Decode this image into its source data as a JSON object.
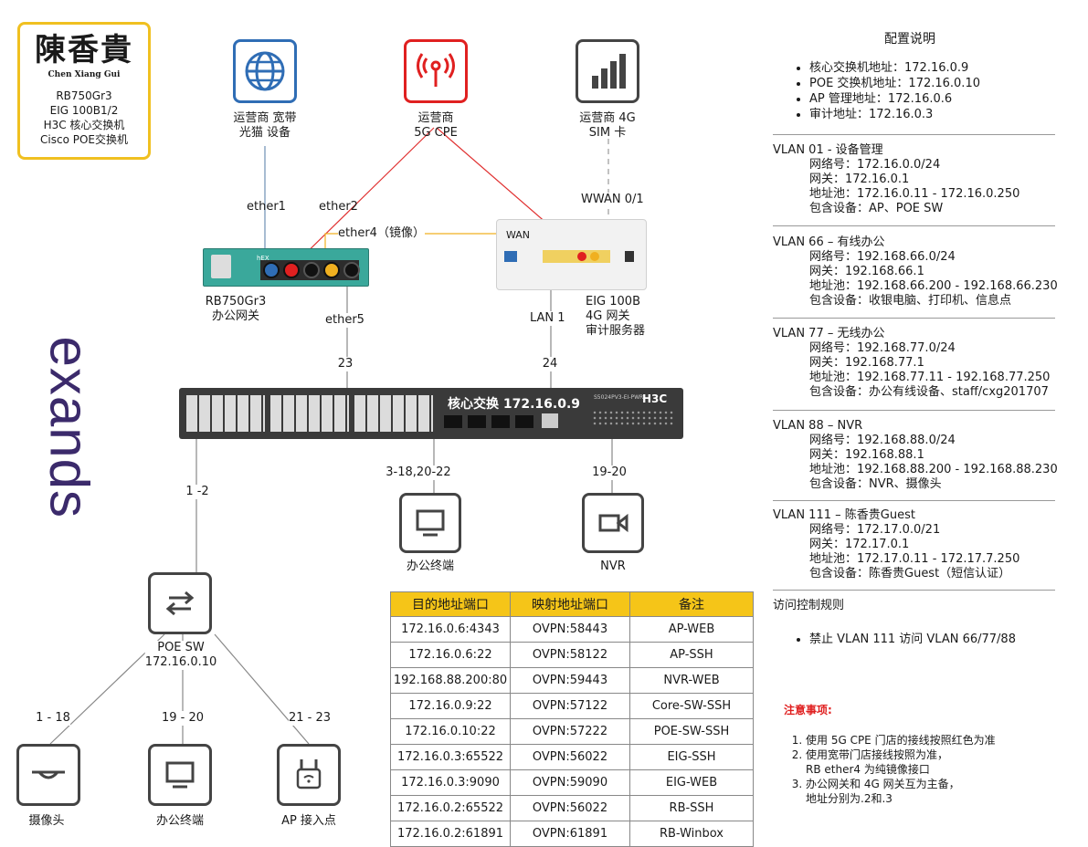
{
  "brand": {
    "logo_text": "陳香貴",
    "logo_en": "Chen Xiang Gui",
    "lines": [
      "RB750Gr3",
      "EIG 100B1/2",
      "H3C 核心交换机",
      "Cisco POE交换机"
    ]
  },
  "side_logo": "exands",
  "top_devices": {
    "isp_broadband": "运营商 宽带\n光猫 设备",
    "isp_5g": "运营商\n5G CPE",
    "isp_4g": "运营商 4G\nSIM 卡"
  },
  "links": {
    "ether1": "ether1",
    "ether2": "ether2",
    "ether4": "ether4（镜像）",
    "wwan": "WWAN 0/1",
    "wan": "WAN",
    "ether5": "ether5",
    "lan1": "LAN 1",
    "port23": "23",
    "port24": "24",
    "core_down_left": "1 -2",
    "core_office": "3-18,20-22",
    "core_nvr": "19-20",
    "poe_cam": "1 - 18",
    "poe_office": "19 - 20",
    "poe_ap": "21 - 23"
  },
  "devices": {
    "rb_label": "RB750Gr3\n办公网关",
    "rb_brand": "hEX",
    "eig_label": "EIG 100B\n4G 网关\n审计服务器",
    "core_label": "核心交换 172.16.0.9",
    "core_model": "S5024PV3-EI-PWR",
    "core_brand": "H3C",
    "office_terminal": "办公终端",
    "nvr": "NVR",
    "poe_sw": "POE SW\n172.16.0.10",
    "camera": "摄像头",
    "office_terminal2": "办公终端",
    "ap": "AP 接入点"
  },
  "port_map": {
    "headers": [
      "目的地址端口",
      "映射地址端口",
      "备注"
    ],
    "rows": [
      [
        "172.16.0.6:4343",
        "OVPN:58443",
        "AP-WEB"
      ],
      [
        "172.16.0.6:22",
        "OVPN:58122",
        "AP-SSH"
      ],
      [
        "192.168.88.200:80",
        "OVPN:59443",
        "NVR-WEB"
      ],
      [
        "172.16.0.9:22",
        "OVPN:57122",
        "Core-SW-SSH"
      ],
      [
        "172.16.0.10:22",
        "OVPN:57222",
        "POE-SW-SSH"
      ],
      [
        "172.16.0.3:65522",
        "OVPN:56022",
        "EIG-SSH"
      ],
      [
        "172.16.0.3:9090",
        "OVPN:59090",
        "EIG-WEB"
      ],
      [
        "172.16.0.2:65522",
        "OVPN:56022",
        "RB-SSH"
      ],
      [
        "172.16.0.2:61891",
        "OVPN:61891",
        "RB-Winbox"
      ]
    ]
  },
  "notes": {
    "title": "配置说明",
    "config": [
      "核心交换机地址：172.16.0.9",
      "POE 交换机地址：172.16.0.10",
      "AP 管理地址：172.16.0.6",
      "审计地址：172.16.0.3"
    ],
    "vlans": [
      {
        "title": "VLAN 01 - 设备管理",
        "lines": [
          "网络号：172.16.0.0/24",
          "网关：172.16.0.1",
          "地址池：172.16.0.11 - 172.16.0.250",
          "包含设备：AP、POE SW"
        ]
      },
      {
        "title": "VLAN 66 – 有线办公",
        "lines": [
          "网络号：192.168.66.0/24",
          "网关：192.168.66.1",
          "地址池：192.168.66.200 - 192.168.66.230",
          "包含设备：收银电脑、打印机、信息点"
        ]
      },
      {
        "title": "VLAN 77 – 无线办公",
        "lines": [
          "网络号：192.168.77.0/24",
          "网关：192.168.77.1",
          "地址池：192.168.77.11 - 192.168.77.250",
          "包含设备：办公有线设备、staff/cxg201707"
        ]
      },
      {
        "title": "VLAN 88  – NVR",
        "lines": [
          "网络号：192.168.88.0/24",
          "网关：192.168.88.1",
          "地址池：192.168.88.200 - 192.168.88.230",
          "包含设备：NVR、摄像头"
        ]
      },
      {
        "title": "VLAN 111 – 陈香贵Guest",
        "lines": [
          "网络号：172.17.0.0/21",
          "网关：172.17.0.1",
          "地址池：172.17.0.11 - 172.17.7.250",
          "包含设备：陈香贵Guest（短信认证）"
        ]
      }
    ],
    "acl_title": "访问控制规则",
    "acl": [
      "禁止 VLAN 111 访问 VLAN 66/77/88"
    ],
    "warn_title": "注意事项:",
    "warn": [
      "使用 5G CPE 门店的接线按照红色为准",
      "使用宽带门店接线按照为准，\nRB ether4 为纯镜像接口",
      "办公网关和 4G 网关互为主备，\n地址分别为.2和.3"
    ]
  },
  "colors": {
    "accent_blue": "#2f6db5",
    "accent_red": "#e02020",
    "accent_yellow": "#f5c518",
    "brand_purple": "#3b2a6b"
  }
}
